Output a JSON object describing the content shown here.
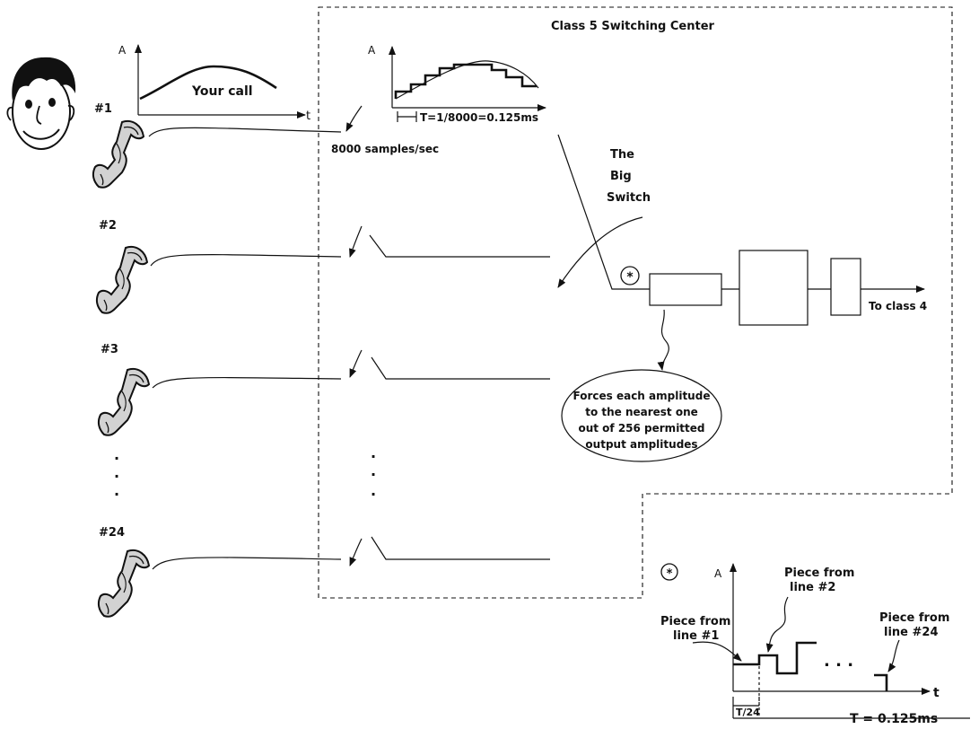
{
  "center": {
    "title": "Class 5 Switching Center"
  },
  "lines": [
    "#1",
    "#2",
    "#3",
    "#24"
  ],
  "ellipsis": ".",
  "call_graph": {
    "y_axis": "A",
    "x_axis": "t",
    "caption": "Your call"
  },
  "sample_graph": {
    "y_axis": "A",
    "period": "T=1/8000=0.125ms",
    "rate": "8000 samples/sec"
  },
  "switch": {
    "line1": "The",
    "line2": "Big",
    "line3": "Switch"
  },
  "output": {
    "label": "To class 4"
  },
  "note": {
    "line1": "Forces each amplitude",
    "line2": "to the nearest one",
    "line3": "out of 256 permitted",
    "line4": "output amplitudes"
  },
  "marker": "*",
  "tdm": {
    "y_axis": "A",
    "x_axis": "t",
    "piece1": [
      "Piece from",
      "line #1"
    ],
    "piece2": [
      "Piece from",
      "line #2"
    ],
    "piece24": [
      "Piece from",
      "line #24"
    ],
    "dots": ". . .",
    "slot": "T/24",
    "frame": "T = 0.125ms"
  }
}
